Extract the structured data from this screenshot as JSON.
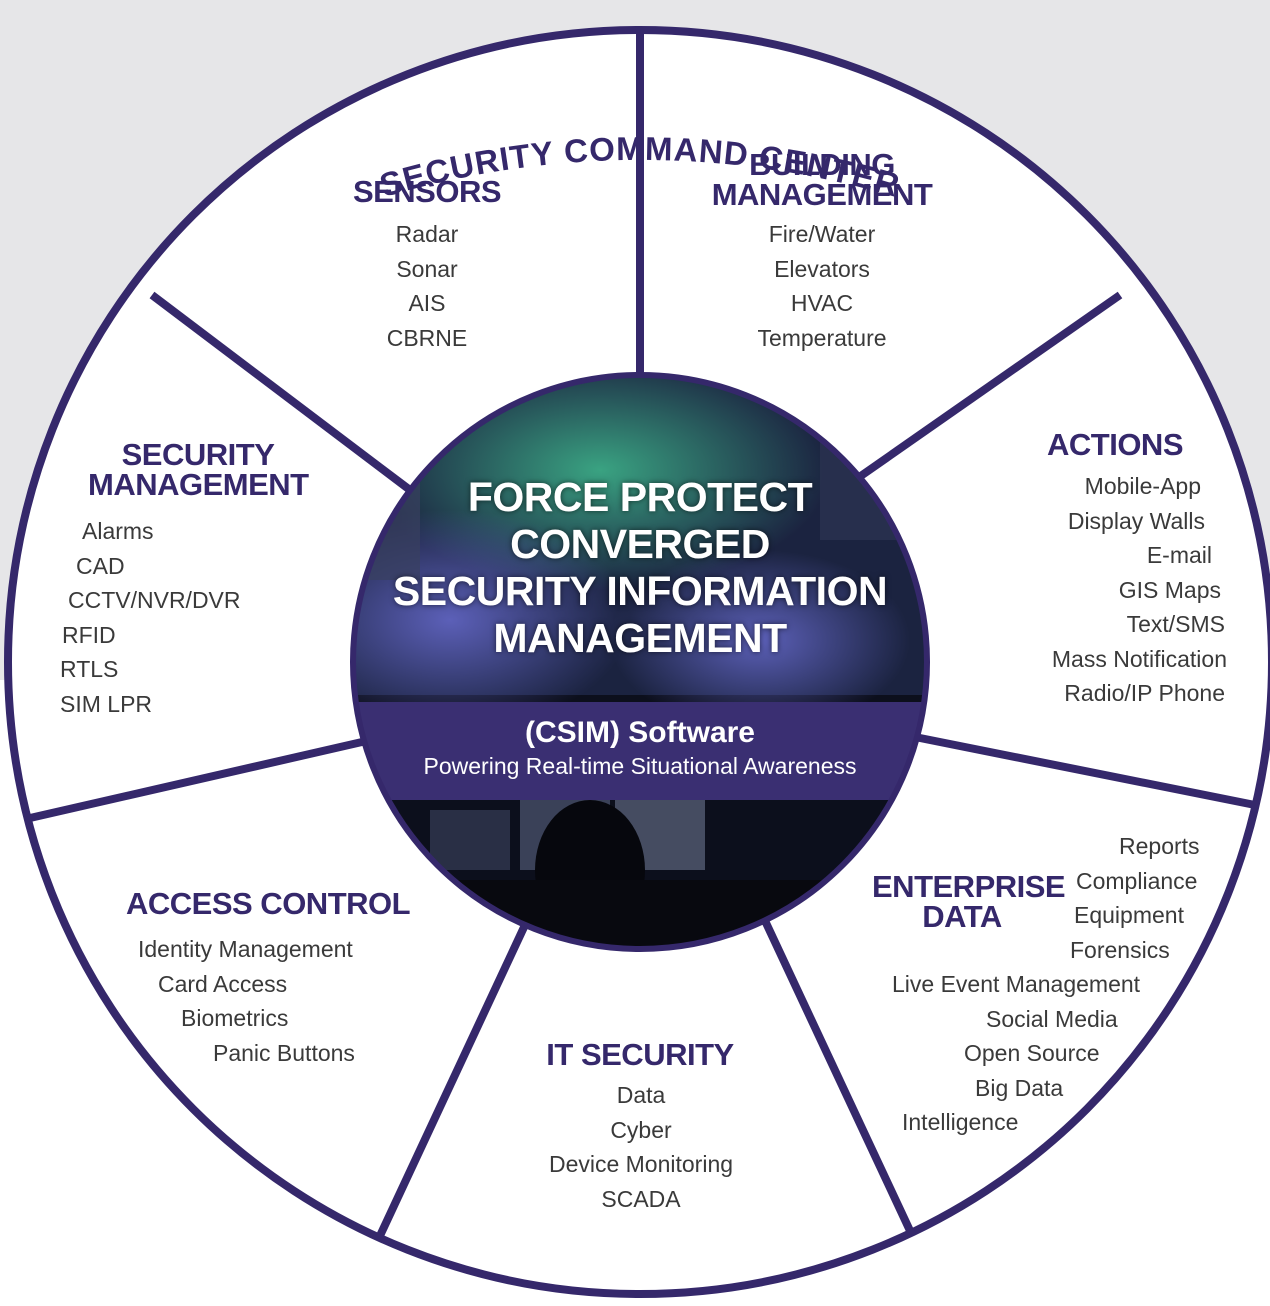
{
  "title": "SECURITY COMMAND CENTER",
  "center": {
    "title_lines": [
      "FORCE PROTECT",
      "CONVERGED",
      "SECURITY INFORMATION",
      "MANAGEMENT"
    ],
    "band_title": "(CSIM) Software",
    "band_subtitle": "Powering Real-time Situational Awareness"
  },
  "segments": {
    "sensors": {
      "title": "SENSORS",
      "items": [
        "Radar",
        "Sonar",
        "AIS",
        "CBRNE"
      ]
    },
    "building": {
      "title_lines": [
        "BUILDING",
        "MANAGEMENT"
      ],
      "items": [
        "Fire/Water",
        "Elevators",
        "HVAC",
        "Temperature"
      ]
    },
    "actions": {
      "title": "ACTIONS",
      "items": [
        "Mobile-App",
        "Display Walls",
        "E-mail",
        "GIS Maps",
        "Text/SMS",
        "Mass Notification",
        "Radio/IP Phone"
      ]
    },
    "enterprise": {
      "title_lines": [
        "ENTERPRISE",
        "DATA"
      ],
      "items": [
        "Reports",
        "Compliance",
        "Equipment",
        "Forensics",
        "Live Event Management",
        "Social Media",
        "Open Source",
        "Big Data",
        "Intelligence"
      ]
    },
    "it_security": {
      "title": "IT SECURITY",
      "items": [
        "Data",
        "Cyber",
        "Device Monitoring",
        "SCADA"
      ]
    },
    "access_control": {
      "title": "ACCESS CONTROL",
      "items": [
        "Identity Management",
        "Card Access",
        "Biometrics",
        "Panic Buttons"
      ]
    },
    "security_management": {
      "title_lines": [
        "SECURITY",
        "MANAGEMENT"
      ],
      "items": [
        "Alarms",
        "CAD",
        "CCTV/NVR/DVR",
        "RFID",
        "RTLS",
        "SIM LPR"
      ]
    }
  },
  "colors": {
    "brand": "#35286b",
    "band": "#3a2f72",
    "background": "#e6e6e8",
    "text": "#3a3a3a"
  }
}
